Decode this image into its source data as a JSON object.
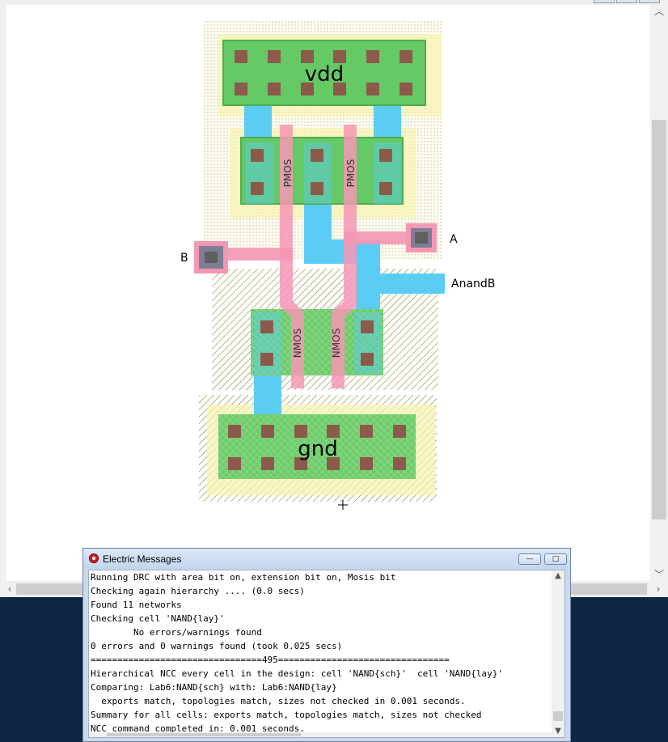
{
  "layout": {
    "labels": {
      "vdd": "vdd",
      "gnd": "gnd",
      "export_a": "A",
      "export_b": "B",
      "export_out": "AnandB",
      "pmos_left": "PMOS",
      "pmos_right": "PMOS",
      "nmos_left": "NMOS",
      "nmos_right": "NMOS"
    },
    "colors": {
      "metal1": "#5bcdf5",
      "polysilicon": "#f497b4",
      "active": "#65c965",
      "select": "#f7f3b4",
      "contact": "#8c5a4a",
      "export_fill": "#6d6d6d",
      "nwell_dot": "#c0b080",
      "pwell_hatch": "#5a5a5a"
    }
  },
  "messages": {
    "title": "Electric Messages",
    "minimize_label": "—",
    "maximize_label": "□",
    "lines": [
      "Running DRC with area bit on, extension bit on, Mosis bit",
      "Checking again hierarchy .... (0.0 secs)",
      "Found 11 networks",
      "Checking cell 'NAND{lay}'",
      "        No errors/warnings found",
      "0 errors and 0 warnings found (took 0.025 secs)",
      "================================495================================",
      "Hierarchical NCC every cell in the design: cell 'NAND{sch}'  cell 'NAND{lay}'",
      "Comparing: Lab6:NAND{sch} with: Lab6:NAND{lay}",
      "  exports match, topologies match, sizes not checked in 0.001 seconds.",
      "Summary for all cells: exports match, topologies match, sizes not checked",
      "NCC command completed in: 0.001 seconds."
    ]
  }
}
